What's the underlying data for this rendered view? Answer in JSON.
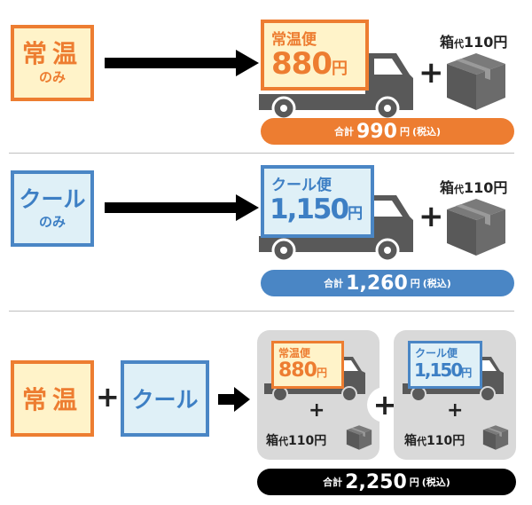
{
  "row1": {
    "box_line1": "常温",
    "box_line2": "のみ",
    "truck_title": "常温便",
    "truck_price_num": "880",
    "truck_price_unit": "円",
    "box_fee_main": "箱",
    "box_fee_sub": "代",
    "box_fee_price": "110円",
    "total_label": "合計",
    "total_value": "990",
    "total_unit": "円",
    "total_tax": "(税込)"
  },
  "row2": {
    "box_line1": "クール",
    "box_line2": "のみ",
    "truck_title": "クール便",
    "truck_price_num": "1,150",
    "truck_price_unit": "円",
    "box_fee_main": "箱",
    "box_fee_sub": "代",
    "box_fee_price": "110円",
    "total_label": "合計",
    "total_value": "1,260",
    "total_unit": "円",
    "total_tax": "(税込)"
  },
  "row3": {
    "box_a": "常温",
    "box_b": "クール",
    "card_a_title": "常温便",
    "card_a_price": "880",
    "card_a_unit": "円",
    "card_a_fee_main": "箱",
    "card_a_fee_sub": "代",
    "card_a_fee_price": "110円",
    "card_b_title": "クール便",
    "card_b_price": "1,150",
    "card_b_unit": "円",
    "card_b_fee_main": "箱",
    "card_b_fee_sub": "代",
    "card_b_fee_price": "110円",
    "total_label": "合計",
    "total_value": "2,250",
    "total_unit": "円",
    "total_tax": "(税込)"
  },
  "colors": {
    "orange": "#ed7d31",
    "blue": "#4a86c5",
    "truck_gray": "#595959",
    "card_gray": "#d9d9d9",
    "black": "#000000"
  },
  "icons": [
    "arrow-right-icon",
    "truck-icon",
    "cardboard-box-icon",
    "plus-icon"
  ]
}
